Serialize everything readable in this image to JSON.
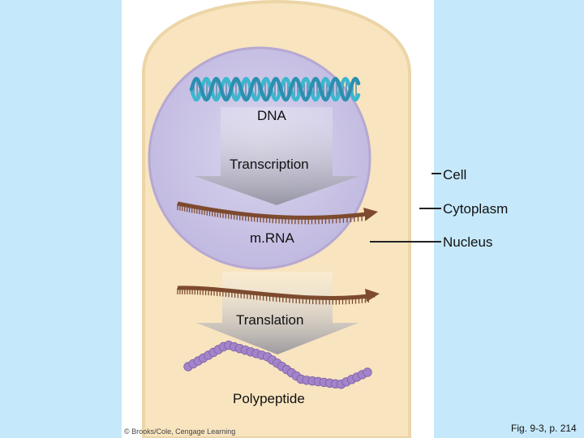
{
  "labels": {
    "dna": "DNA",
    "transcription": "Transcription",
    "mrna": "m.RNA",
    "translation": "Translation",
    "polypeptide": "Polypeptide",
    "cell": "Cell",
    "cytoplasm": "Cytoplasm",
    "nucleus": "Nucleus"
  },
  "credit": "© Brooks/Cole, Cengage Learning",
  "figure_ref": "Fig. 9-3, p. 214",
  "colors": {
    "background": "#c5e8fb",
    "panel": "#ffffff",
    "cytoplasm": "#f8e4bf",
    "cell_border": "#ecd5a6",
    "nucleus": "#cdc7e6",
    "mrna": "#7d4a2e",
    "dna": "#3bb7cf",
    "polypeptide": "#a383c9"
  },
  "polypeptide_bead_count": 35
}
